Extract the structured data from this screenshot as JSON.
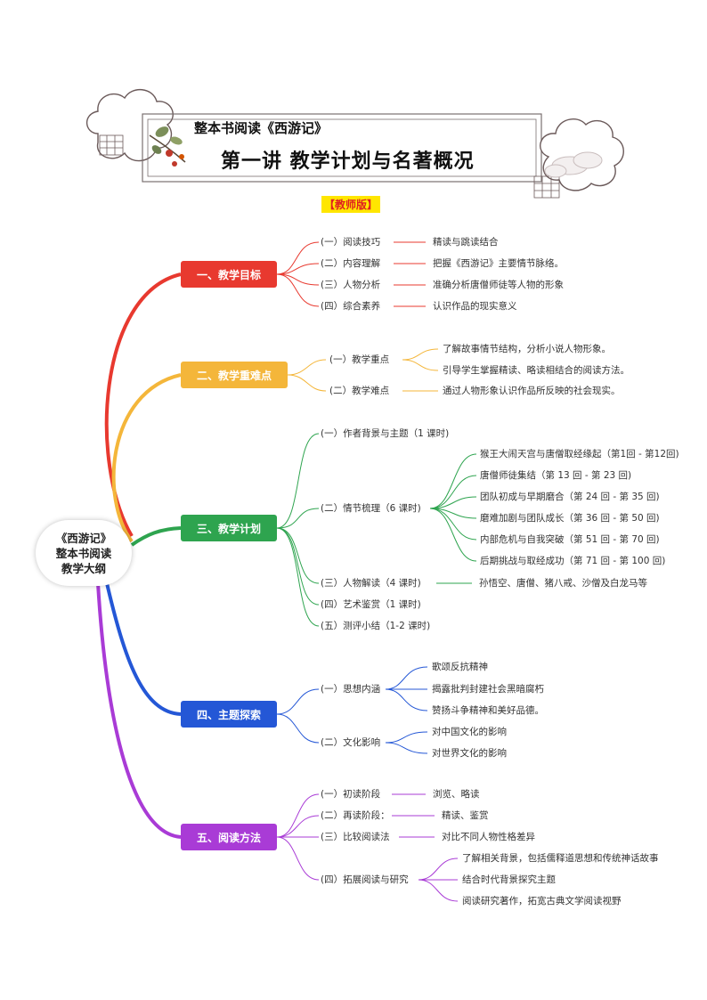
{
  "header": {
    "subtitle": "整本书阅读《西游记》",
    "title": "第一讲  教学计划与名著概况",
    "edition": "【教师版】"
  },
  "center": {
    "line1": "《西游记》",
    "line2": "整本书阅读",
    "line3": "教学大纲"
  },
  "colors": {
    "red": "#e8392f",
    "yellow": "#f4b63a",
    "green": "#2ea44f",
    "blue": "#2457d6",
    "purple": "#a93bd6"
  },
  "branches": [
    {
      "label": "一、教学目标",
      "items": [
        {
          "label": "(一）阅读技巧",
          "details": [
            "精读与跳读结合"
          ]
        },
        {
          "label": "(二）内容理解",
          "details": [
            "把握《西游记》主要情节脉络。"
          ]
        },
        {
          "label": "(三）人物分析",
          "details": [
            "准确分析唐僧师徒等人物的形象"
          ]
        },
        {
          "label": "(四）综合素养",
          "details": [
            "认识作品的现实意义"
          ]
        }
      ]
    },
    {
      "label": "二、教学重难点",
      "items": [
        {
          "label": "(一）教学重点",
          "details": [
            "了解故事情节结构，分析小说人物形象。",
            "引导学生掌握精读、略读相结合的阅读方法。"
          ]
        },
        {
          "label": "(二）教学难点",
          "details": [
            "通过人物形象认识作品所反映的社会现实。"
          ]
        }
      ]
    },
    {
      "label": "三、教学计划",
      "items": [
        {
          "label": "(一）作者背景与主题（1 课时)",
          "details": []
        },
        {
          "label": "(二）情节梳理（6 课时)",
          "details": [
            "猴王大闹天宫与唐僧取经缘起（第1回 - 第12回)",
            "唐僧师徒集结（第 13 回 - 第 23 回)",
            "团队初成与早期磨合（第 24 回 - 第 35 回)",
            "磨难加剧与团队成长（第 36 回 - 第 50 回)",
            "内部危机与自我突破（第 51 回 - 第 70 回)",
            "后期挑战与取经成功（第 71 回 - 第 100 回)"
          ]
        },
        {
          "label": "(三）人物解读（4 课时)",
          "details": [
            "孙悟空、唐僧、猪八戒、沙僧及白龙马等"
          ]
        },
        {
          "label": "(四）艺术鉴赏（1 课时)",
          "details": []
        },
        {
          "label": "(五）测评小结（1-2 课时)",
          "details": []
        }
      ]
    },
    {
      "label": "四、主题探索",
      "items": [
        {
          "label": "(一）思想内涵",
          "details": [
            "歌颂反抗精神",
            "揭露批判封建社会黑暗腐朽",
            "赞扬斗争精神和美好品德。"
          ]
        },
        {
          "label": "(二）文化影响",
          "details": [
            "对中国文化的影响",
            "对世界文化的影响"
          ]
        }
      ]
    },
    {
      "label": "五、阅读方法",
      "items": [
        {
          "label": "(一）初读阶段",
          "details": [
            "浏览、略读"
          ]
        },
        {
          "label": "(二）再读阶段：",
          "details": [
            "精读、鉴赏"
          ]
        },
        {
          "label": "(三）比较阅读法",
          "details": [
            "对比不同人物性格差异"
          ]
        },
        {
          "label": "(四）拓展阅读与研究",
          "details": [
            "了解相关背景，包括儒释道思想和传统神话故事",
            "结合时代背景探究主题",
            "阅读研究著作，拓宽古典文学阅读视野"
          ]
        }
      ]
    }
  ]
}
